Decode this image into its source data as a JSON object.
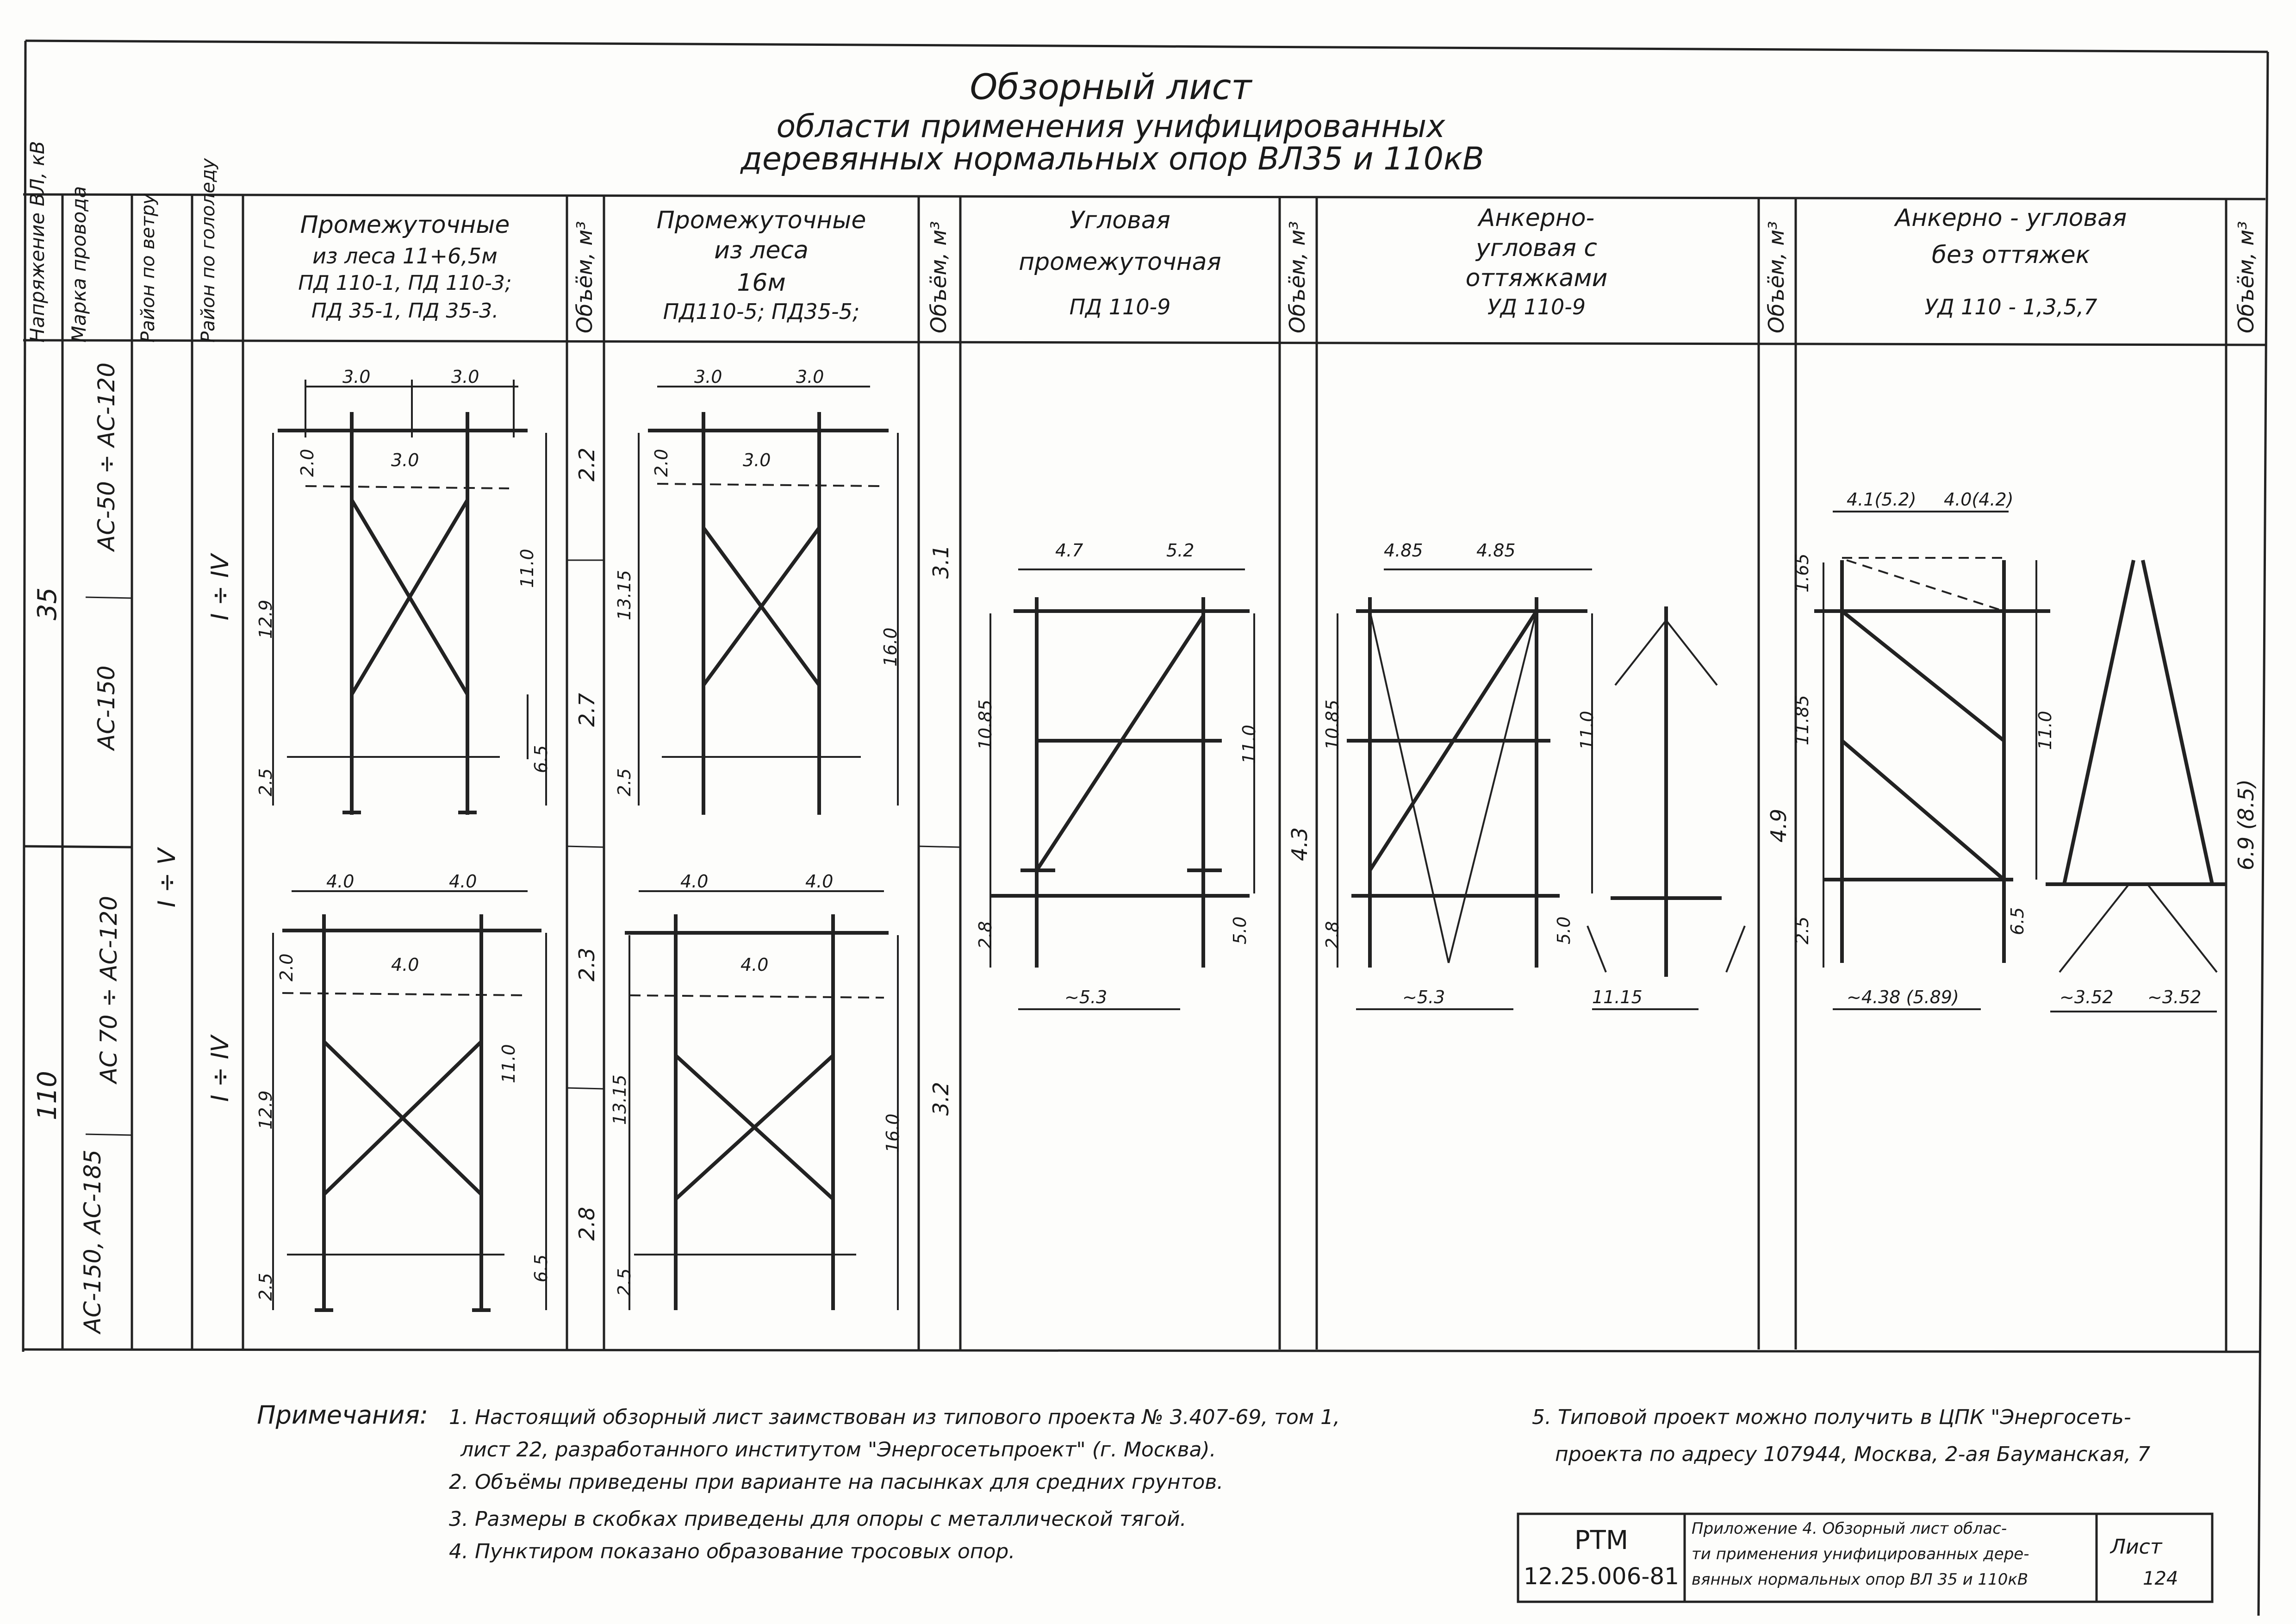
{
  "title": {
    "line1": "Обзорный лист",
    "line2": "области применения унифицированных",
    "line3": "деревянных нормальных опор ВЛ35 и 110кВ"
  },
  "row_headers": {
    "voltage": "Напряжение ВЛ, кВ",
    "wire": "Марка провода",
    "wind": "Район по ветру",
    "ice": "Район по гололеду"
  },
  "columns": [
    {
      "l1": "Промежуточные",
      "l2": "из леса 11+6,5м",
      "l3": "ПД 110-1, ПД 110-3;",
      "l4": "ПД 35-1, ПД 35-3."
    },
    {
      "l1": "Промежуточные",
      "l2": "из леса",
      "l3": "16м",
      "l4": "ПД110-5; ПД35-5;"
    },
    {
      "l1": "Угловая",
      "l2": "промежуточная",
      "l3": "ПД 110-9"
    },
    {
      "l1": "Анкерно-",
      "l2": "угловая с",
      "l3": "оттяжками",
      "l4": "УД 110-9"
    },
    {
      "l1": "Анкерно - угловая",
      "l2": "без оттяжек",
      "l3": "УД 110 - 1,3,5,7"
    }
  ],
  "volume_headers": [
    "Объём, м³",
    "Объём, м³",
    "Объём, м³",
    "Объём, м³",
    "Объём, м³"
  ],
  "rows": {
    "voltage_35": "35",
    "voltage_110": "110",
    "wire_35_a": "АС-50 ÷ АС-120",
    "wire_35_b": "АС-150",
    "wire_110_a": "АС 70 ÷ АС-120",
    "wire_110_b": "АС-150, АС-185",
    "wind_all": "I ÷ V",
    "ice_35": "I ÷ IV",
    "ice_110": "I ÷ IV"
  },
  "volumes": {
    "c1_35_a": "2.2",
    "c1_35_b": "2.7",
    "c1_110_a": "2.3",
    "c1_110_b": "2.8",
    "c2_35": "3.1",
    "c2_110": "3.2",
    "c3": "4.3",
    "c4": "4.9",
    "c5": "6.9 (8.5)"
  },
  "dims": {
    "d3_0": "3.0",
    "d2_0": "2.0",
    "d12_9": "12.9",
    "d11_0": "11.0",
    "d6_5": "6.5",
    "d2_5": "2.5",
    "d13_15": "13.15",
    "d16_0": "16.0",
    "d4_0": "4.0",
    "d4_7": "4.7",
    "d5_2": "5.2",
    "d10_85": "10.85",
    "d2_8": "2.8",
    "d5_0": "5.0",
    "d5_3": "~5.3",
    "d4_85": "4.85",
    "d11_15": "11.15",
    "d4_1": "4.1(5.2)",
    "d4_0b": "4.0(4.2)",
    "d1_65": "1.65",
    "d11_85": "11.85",
    "d4_38": "~4.38 (5.89)",
    "d3_52": "~3.52",
    "d3_52b": "~3.52"
  },
  "notes_label": "Примечания:",
  "notes": [
    "1. Настоящий обзорный лист заимствован из типового проекта № 3.407-69, том 1,",
    "лист 22, разработанного институтом \"Энергосетьпроект\" (г. Москва).",
    "2. Объёмы приведены при варианте на пасынках для средних грунтов.",
    "3. Размеры в скобках приведены для опоры с металлической тягой.",
    "4. Пунктиром показано образование тросовых опор.",
    "5. Типовой проект можно получить в ЦПК \"Энергосеть-",
    "проекта по адресу 107944, Москва, 2-ая Бауманская, 7"
  ],
  "stamp": {
    "code1": "РТМ",
    "code2": "12.25.006-81",
    "desc1": "Приложение 4. Обзорный лист облас-",
    "desc2": "ти применения унифицированных дере-",
    "desc3": "вянных нормальных опор ВЛ 35 и 110кВ",
    "sheet_label": "Лист",
    "sheet_no": "124"
  }
}
